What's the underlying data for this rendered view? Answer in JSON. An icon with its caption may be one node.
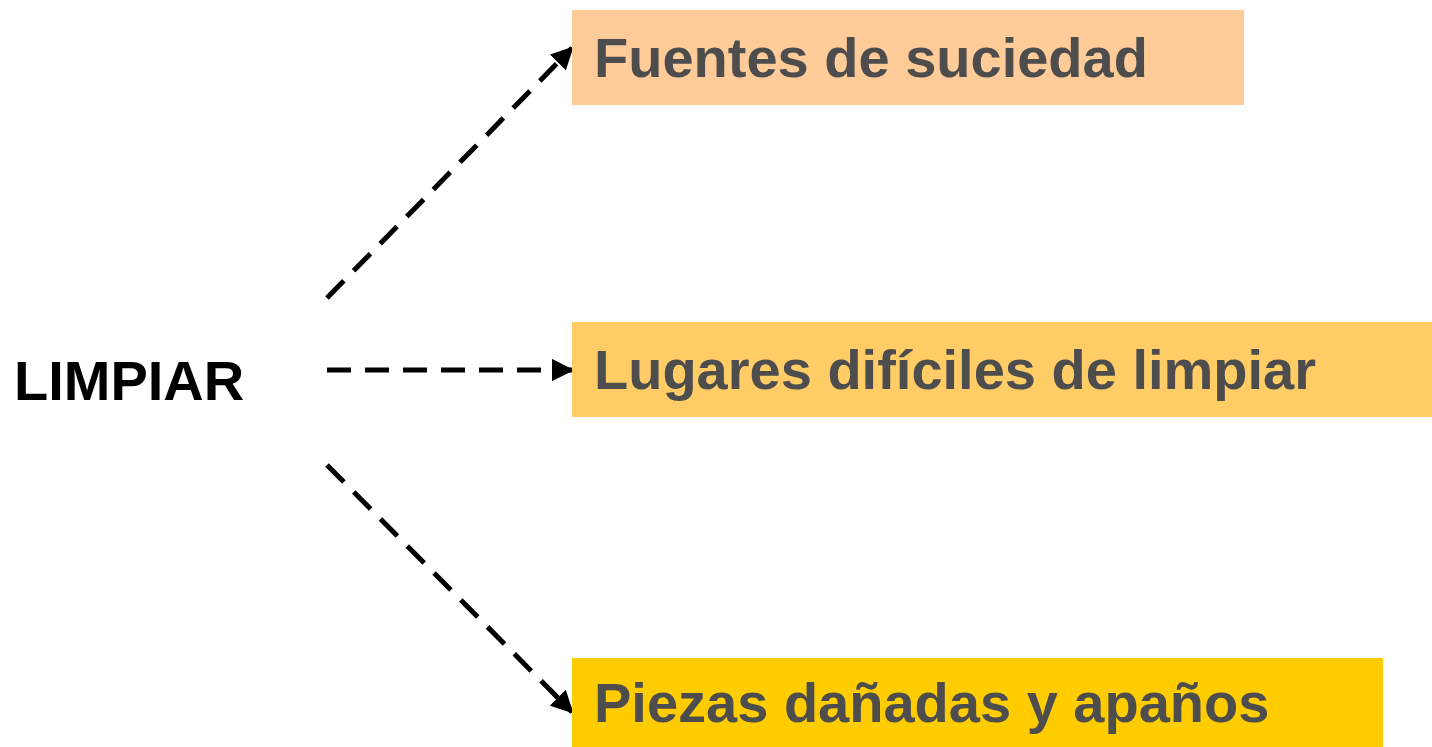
{
  "diagram": {
    "nodes": [
      {
        "text": [
          "LIMPIAR"
        ]
      },
      {
        "text": [
          "Fuentes de suciedad"
        ]
      },
      {
        "text": [
          "Lugares difíciles de limpiar"
        ]
      },
      {
        "text": [
          "Piezas dañadas y apaños"
        ]
      }
    ],
    "edges": [
      {
        "from": 0,
        "to": 1,
        "arrow": "to",
        "style": "dashed"
      },
      {
        "from": 0,
        "to": 2,
        "arrow": "to",
        "style": "dashed"
      },
      {
        "from": 0,
        "to": 3,
        "arrow": "to",
        "style": "dashed"
      }
    ]
  }
}
